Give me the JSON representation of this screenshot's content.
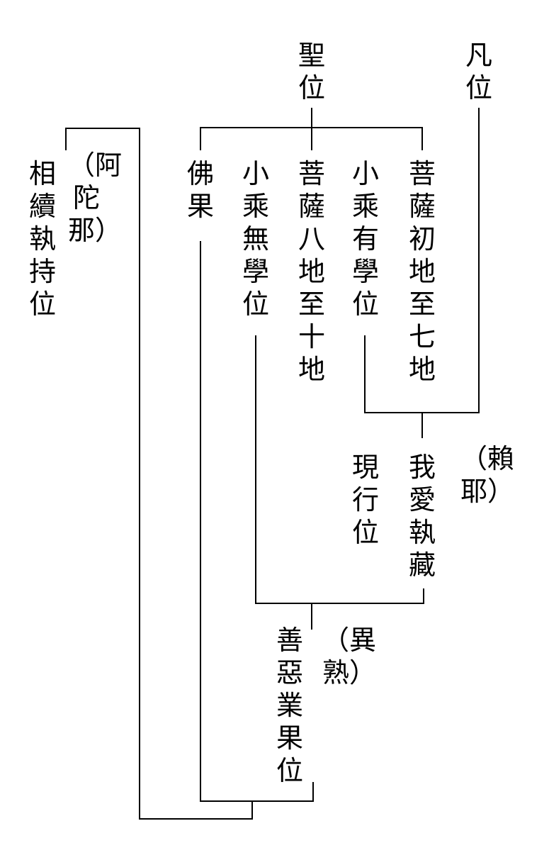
{
  "diagram": {
    "headings": {
      "ordinary": "凡位",
      "sage": "聖位"
    },
    "stages": {
      "bodhisattva_1_7": "菩薩初地至七地",
      "lesser_vehicle_learning": "小乘有學位",
      "bodhisattva_8_10": "菩薩八地至十地",
      "lesser_vehicle_no_learning": "小乘無學位",
      "buddha_fruit": "佛果"
    },
    "alaya": {
      "name": "（阿陀那）",
      "label": "相續執持位"
    },
    "laiye": {
      "name": "（賴耶）",
      "label": "我愛執藏",
      "sublabel": "現行位"
    },
    "vipaka": {
      "name": "（異熟）",
      "label": "善惡業果位"
    },
    "colors": {
      "line": "#000000",
      "text": "#000000",
      "background": "#ffffff"
    }
  }
}
